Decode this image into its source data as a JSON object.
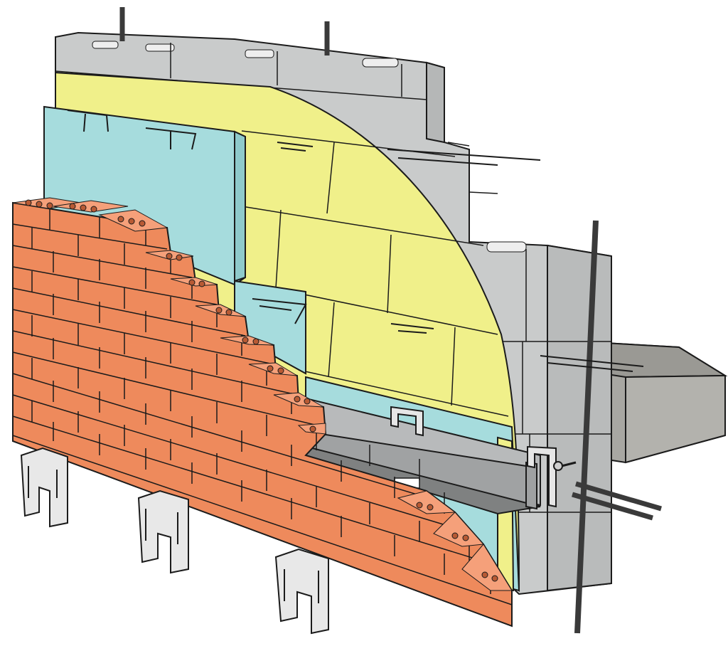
{
  "diagram": {
    "kind": "wall-section-cutaway",
    "layers": [
      {
        "name": "brick-veneer",
        "color": "#ee8a5c"
      },
      {
        "name": "rigid-insulation",
        "color": "#a6dcdd"
      },
      {
        "name": "fluid-applied-air-barrier",
        "color": "#f0f08a"
      },
      {
        "name": "cmu-backup-wall",
        "color": "#c9cbcb"
      },
      {
        "name": "floor-slab",
        "color": "#a3a29d"
      },
      {
        "name": "steel-shelf-angle",
        "color": "#b8babb"
      },
      {
        "name": "flashing",
        "color": "#8e9090"
      }
    ],
    "components": [
      "wall-tie",
      "rebar",
      "standoff-bracket",
      "anchor-bolt"
    ],
    "colors": {
      "outline": "#1b1b1b",
      "mortar": "#f2ede6",
      "brick_hole": "#b85a34",
      "steel_clip": "#e6e6e6"
    }
  }
}
